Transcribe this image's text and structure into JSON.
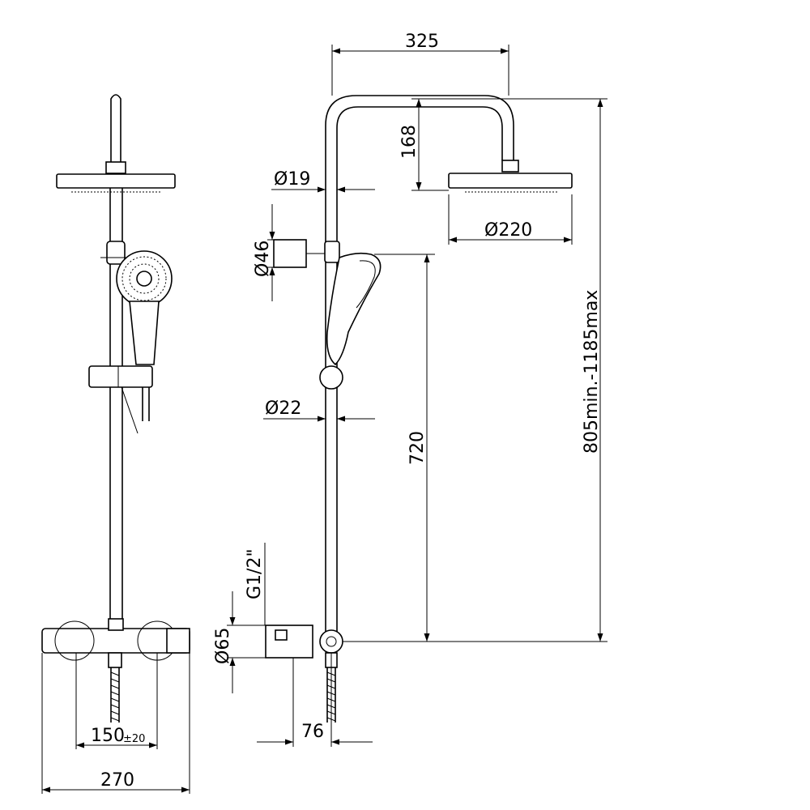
{
  "dimensions": {
    "overall_width": "325",
    "arm_drop": "168",
    "riser_diameter": "Ø19",
    "head_diameter": "Ø220",
    "holder_diameter": "Ø46",
    "lower_pipe_diameter": "Ø22",
    "center_height": "720",
    "total_height": "805min.-1185max",
    "thread": "G1/2\"",
    "mixer_diameter": "Ø65",
    "wall_offset": "76",
    "inlet_spacing": "150",
    "inlet_tolerance": "±20",
    "mixer_width": "270"
  }
}
